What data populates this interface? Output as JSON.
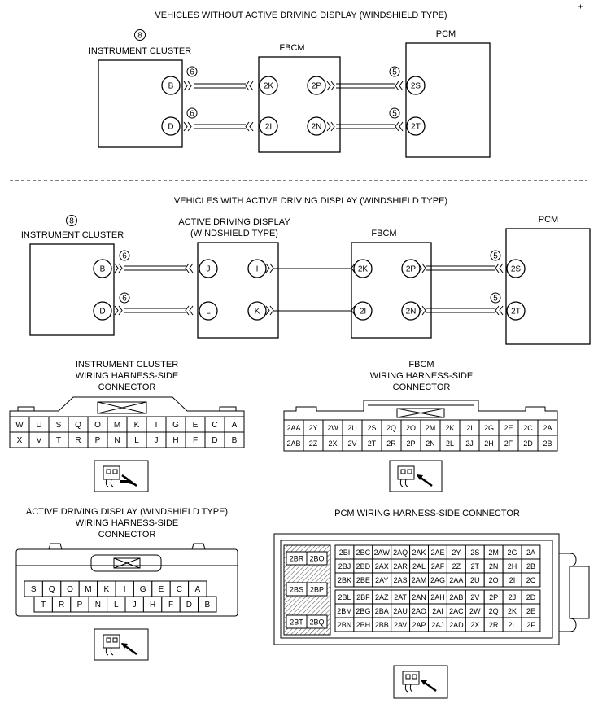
{
  "section1": {
    "title": "VEHICLES WITHOUT ACTIVE DRIVING DISPLAY (WINDSHIELD TYPE)",
    "cluster_ref": "8",
    "cluster_label": "INSTRUMENT CLUSTER",
    "fbcm_label": "FBCM",
    "pcm_label": "PCM",
    "ref_a": "6",
    "ref_b": "5",
    "pins": {
      "cluster_top": "B",
      "cluster_bottom": "D",
      "fbcm_in_top": "2K",
      "fbcm_in_bottom": "2I",
      "fbcm_out_top": "2P",
      "fbcm_out_bottom": "2N",
      "pcm_top": "2S",
      "pcm_bottom": "2T"
    }
  },
  "section2": {
    "title": "VEHICLES WITH ACTIVE DRIVING DISPLAY (WINDSHIELD TYPE)",
    "cluster_ref": "8",
    "cluster_label": "INSTRUMENT CLUSTER",
    "add_label_line1": "ACTIVE DRIVING DISPLAY",
    "add_label_line2": "(WINDSHIELD TYPE)",
    "fbcm_label": "FBCM",
    "pcm_label": "PCM",
    "ref_a": "6",
    "ref_b": "5",
    "pins": {
      "cluster_top": "B",
      "cluster_bottom": "D",
      "add_in_top": "J",
      "add_in_bottom": "L",
      "add_out_top": "I",
      "add_out_bottom": "K",
      "fbcm_in_top": "2K",
      "fbcm_in_bottom": "2I",
      "fbcm_out_top": "2P",
      "fbcm_out_bottom": "2N",
      "pcm_top": "2S",
      "pcm_bottom": "2T"
    }
  },
  "connectors": {
    "ic": {
      "title_lines": [
        "INSTRUMENT CLUSTER",
        "WIRING HARNESS-SIDE",
        "CONNECTOR"
      ],
      "rows": [
        [
          "W",
          "U",
          "S",
          "Q",
          "O",
          "M",
          "K",
          "I",
          "G",
          "E",
          "C",
          "A"
        ],
        [
          "X",
          "V",
          "T",
          "R",
          "P",
          "N",
          "L",
          "J",
          "H",
          "F",
          "D",
          "B"
        ]
      ]
    },
    "fbcm": {
      "title_lines": [
        "FBCM",
        "WIRING HARNESS-SIDE",
        "CONNECTOR"
      ],
      "rows": [
        [
          "2AA",
          "2Y",
          "2W",
          "2U",
          "2S",
          "2Q",
          "2O",
          "2M",
          "2K",
          "2I",
          "2G",
          "2E",
          "2C",
          "2A"
        ],
        [
          "2AB",
          "2Z",
          "2X",
          "2V",
          "2T",
          "2R",
          "2P",
          "2N",
          "2L",
          "2J",
          "2H",
          "2F",
          "2D",
          "2B"
        ]
      ]
    },
    "add": {
      "title_lines": [
        "ACTIVE DRIVING DISPLAY (WINDSHIELD TYPE)",
        "WIRING HARNESS-SIDE",
        "CONNECTOR"
      ],
      "rows": [
        [
          "S",
          "Q",
          "O",
          "M",
          "K",
          "I",
          "G",
          "E",
          "C",
          "A"
        ],
        [
          "T",
          "R",
          "P",
          "N",
          "L",
          "J",
          "H",
          "F",
          "D",
          "B"
        ]
      ]
    },
    "pcm": {
      "title": "PCM WIRING HARNESS-SIDE CONNECTOR",
      "left_cells": [
        "2BR",
        "2BO",
        "2BS",
        "2BP",
        "2BT",
        "2BQ"
      ],
      "rows": [
        [
          "2BI",
          "2BC",
          "2AW",
          "2AQ",
          "2AK",
          "2AE",
          "2Y",
          "2S",
          "2M",
          "2G",
          "2A"
        ],
        [
          "2BJ",
          "2BD",
          "2AX",
          "2AR",
          "2AL",
          "2AF",
          "2Z",
          "2T",
          "2N",
          "2H",
          "2B"
        ],
        [
          "2BK",
          "2BE",
          "2AY",
          "2AS",
          "2AM",
          "2AG",
          "2AA",
          "2U",
          "2O",
          "2I",
          "2C"
        ],
        [
          "2BL",
          "2BF",
          "2AZ",
          "2AT",
          "2AN",
          "2AH",
          "2AB",
          "2V",
          "2P",
          "2J",
          "2D"
        ],
        [
          "2BM",
          "2BG",
          "2BA",
          "2AU",
          "2AO",
          "2AI",
          "2AC",
          "2W",
          "2Q",
          "2K",
          "2E"
        ],
        [
          "2BN",
          "2BH",
          "2BB",
          "2AV",
          "2AP",
          "2AJ",
          "2AD",
          "2X",
          "2R",
          "2L",
          "2F"
        ]
      ]
    }
  }
}
